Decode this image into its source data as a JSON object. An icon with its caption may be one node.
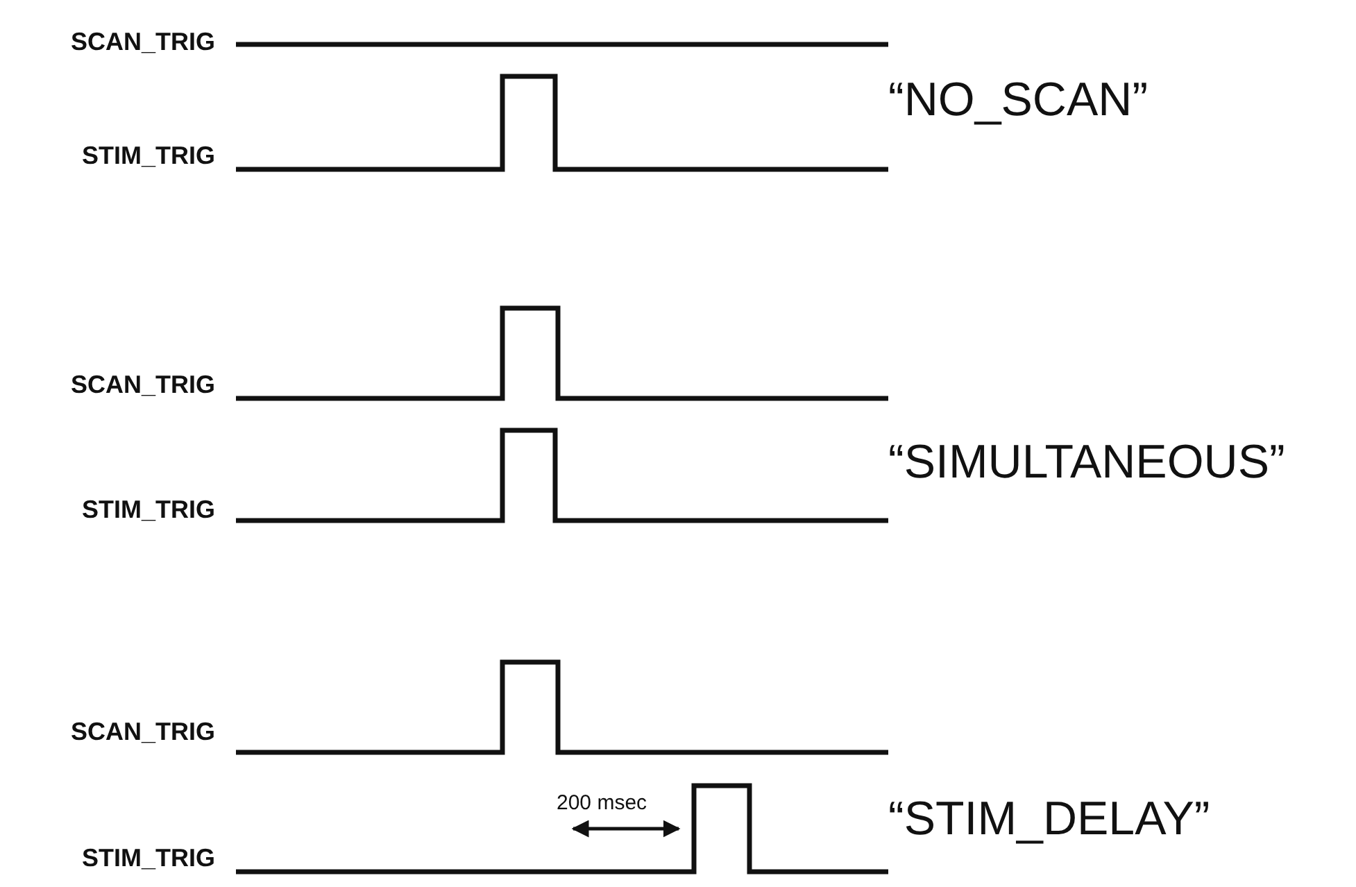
{
  "diagram": {
    "labels": [
      "SCAN_TRIG",
      "“NO_SCAN”",
      "STIM_TRIG",
      "SCAN_TRIG",
      "“SIMULTANEOUS”",
      "STIM_TRIG",
      "SCAN_TRIG",
      "200 msec",
      "“STIM_DELAY”",
      "STIM_TRIG"
    ]
  }
}
